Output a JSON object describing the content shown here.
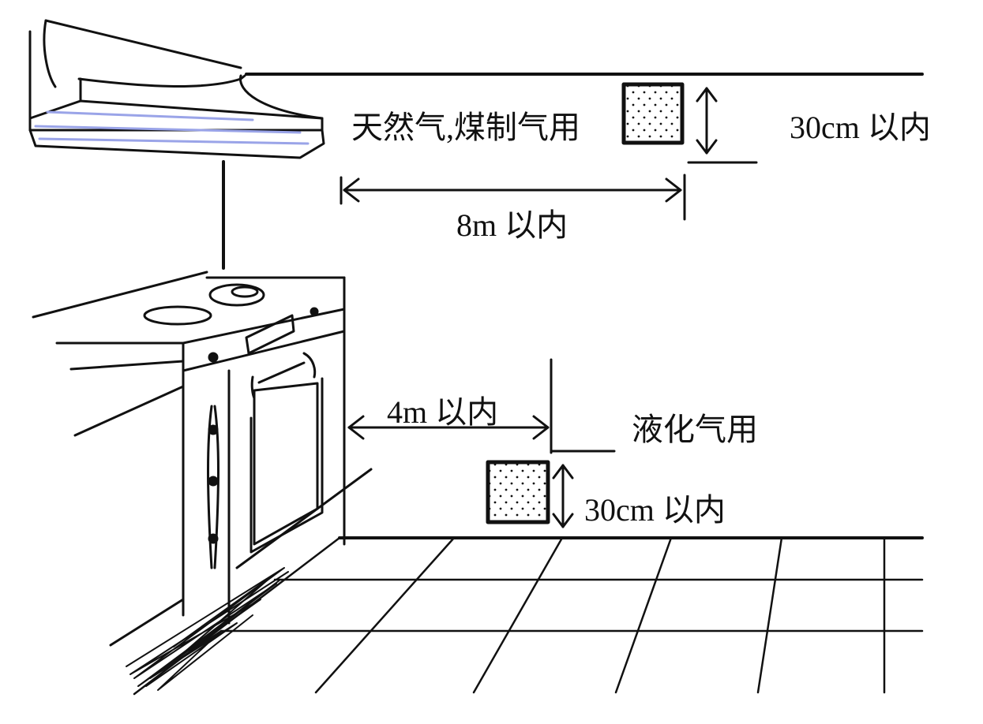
{
  "labels": {
    "natural_gas": "天然气,煤制气用",
    "distance_ceiling": "30cm 以内",
    "distance_8m": "8m 以内",
    "distance_4m": "4m 以内",
    "lpg": "液化气用",
    "distance_floor": "30cm 以内"
  },
  "colors": {
    "line": "#111111",
    "hood_stripe": "#9aa4e8"
  }
}
